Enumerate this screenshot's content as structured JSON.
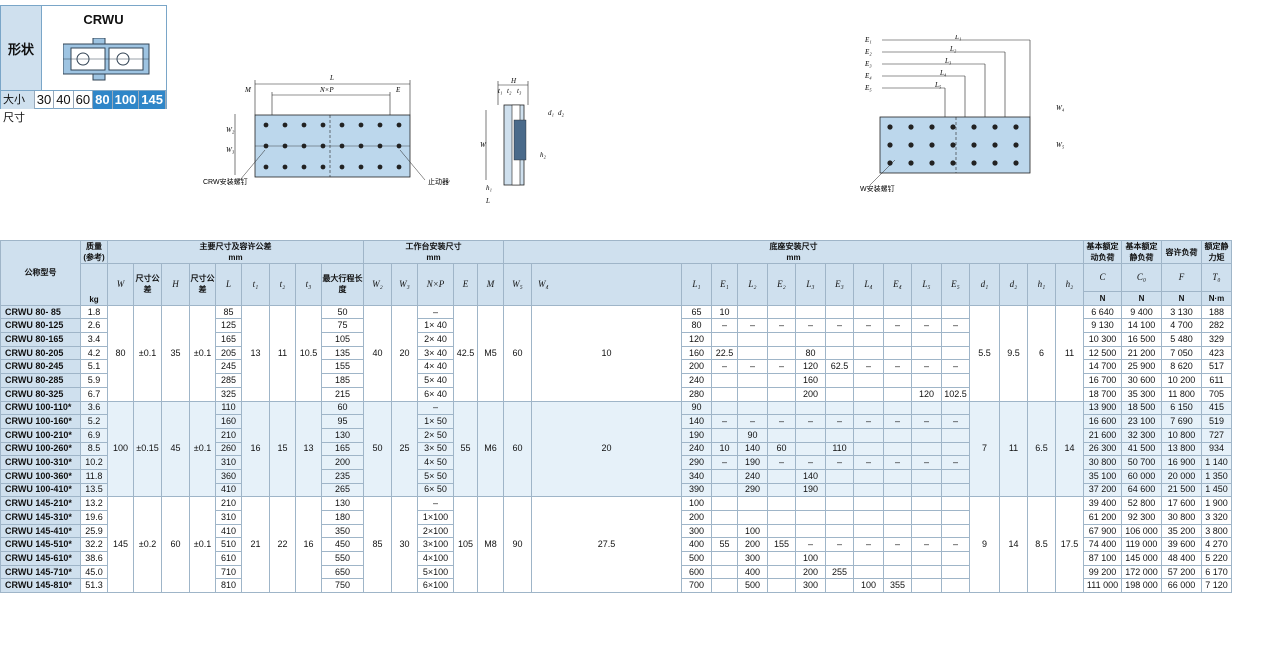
{
  "shape": {
    "label": "形状",
    "title": "CRWU",
    "size_label": "大小尺寸",
    "sizes": [
      "30",
      "40",
      "60",
      "80",
      "100",
      "145"
    ]
  },
  "drawing1": {
    "L": "L",
    "M": "M",
    "NxP": "N×P",
    "E": "E",
    "W2": "W₂",
    "W3": "W₃",
    "screw": "CRW安装螺钉",
    "stop": "止动器位置"
  },
  "drawing2": {
    "H": "H",
    "t1": "t₁",
    "t2": "t₂",
    "t3": "t₃",
    "d1": "d₁",
    "d2": "d₂",
    "h1": "h₁",
    "h2": "h₂",
    "W": "W",
    "L": "L"
  },
  "drawing3": {
    "E1": "E₁",
    "E2": "E₂",
    "E3": "E₃",
    "E4": "E₄",
    "E5": "E₅",
    "L1": "L₁",
    "L2": "L₂",
    "L3": "L₃",
    "L4": "L₄",
    "L5": "L₅",
    "W4": "W₄",
    "W5": "W₅",
    "screw": "CRW安装螺钉"
  },
  "headers": {
    "model": "公称型号",
    "mass": "质量",
    "mass_sub": "(参考)",
    "kg": "kg",
    "main": "主要尺寸及容许公差",
    "mm": "mm",
    "W": "W",
    "tol": "尺寸公差",
    "H": "H",
    "L": "L",
    "t1": "t₁",
    "t2": "t₂",
    "t3": "t₃",
    "stroke": "最大行程长度",
    "table_mount": "工作台安装尺寸",
    "W2": "W₂",
    "W3": "W₃",
    "NxP": "N×P",
    "E": "E",
    "M": "M",
    "base_mount": "底座安装尺寸",
    "W5": "W₅",
    "W4": "W₄",
    "L1": "L₁",
    "E1": "E₁",
    "L2": "L₂",
    "E2": "E₂",
    "L3": "L₃",
    "E3": "E₃",
    "L4": "L₄",
    "E4": "E₄",
    "L5": "L₅",
    "E5": "E₅",
    "d1": "d₁",
    "d2": "d₂",
    "h1": "h₁",
    "h2": "h₂",
    "C": "C",
    "C_title": "基本额定动负荷",
    "C0": "C₀",
    "C0_title": "基本额定静负荷",
    "F": "F",
    "F_title": "容许负荷",
    "T0": "T₀",
    "T0_title": "额定静力矩",
    "N": "N",
    "Nm": "N·m"
  },
  "groups": [
    {
      "W": "80",
      "Wtol": "±0.1",
      "H": "35",
      "Htol": "±0.1",
      "t1": "13",
      "t2": "11",
      "t3": "10.5",
      "W2": "40",
      "W3": "20",
      "E": "42.5",
      "M": "M5",
      "W5": "60",
      "W4": "10",
      "E1_merge": "22.5",
      "E3_merge": "62.5",
      "d1": "5.5",
      "d2": "9.5",
      "h1": "6",
      "h2": "11",
      "dash": "–",
      "rows": [
        {
          "model": "CRWU  80-  85",
          "kg": "1.8",
          "L": "85",
          "stroke": "50",
          "NxP": "–",
          "L1": "65",
          "E1": "10",
          "C": "6 640",
          "C0": "9 400",
          "F": "3 130",
          "T0": "188"
        },
        {
          "model": "CRWU  80-125",
          "kg": "2.6",
          "L": "125",
          "stroke": "75",
          "NxP": "1×  40",
          "L1": "80",
          "C": "9 130",
          "C0": "14 100",
          "F": "4 700",
          "T0": "282"
        },
        {
          "model": "CRWU  80-165",
          "kg": "3.4",
          "L": "165",
          "stroke": "105",
          "NxP": "2×  40",
          "L1": "120",
          "C": "10 300",
          "C0": "16 500",
          "F": "5 480",
          "T0": "329"
        },
        {
          "model": "CRWU  80-205",
          "kg": "4.2",
          "L": "205",
          "stroke": "135",
          "NxP": "3×  40",
          "L1": "160",
          "L3": "80",
          "C": "12 500",
          "C0": "21 200",
          "F": "7 050",
          "T0": "423"
        },
        {
          "model": "CRWU  80-245",
          "kg": "5.1",
          "L": "245",
          "stroke": "155",
          "NxP": "4×  40",
          "L1": "200",
          "L3": "120",
          "C": "14 700",
          "C0": "25 900",
          "F": "8 620",
          "T0": "517"
        },
        {
          "model": "CRWU  80-285",
          "kg": "5.9",
          "L": "285",
          "stroke": "185",
          "NxP": "5×  40",
          "L1": "240",
          "L3": "160",
          "C": "16 700",
          "C0": "30 600",
          "F": "10 200",
          "T0": "611"
        },
        {
          "model": "CRWU  80-325",
          "kg": "6.7",
          "L": "325",
          "stroke": "215",
          "NxP": "6×  40",
          "L1": "280",
          "L3": "200",
          "L5": "120",
          "E5": "102.5",
          "C": "18 700",
          "C0": "35 300",
          "F": "11 800",
          "T0": "705"
        }
      ]
    },
    {
      "W": "100",
      "Wtol": "±0.15",
      "H": "45",
      "Htol": "±0.1",
      "t1": "16",
      "t2": "15",
      "t3": "13",
      "W2": "50",
      "W3": "25",
      "E": "55",
      "M": "M6",
      "W5": "60",
      "W4": "20",
      "E1": "10",
      "E2": "60",
      "E3": "110",
      "d1": "7",
      "d2": "11",
      "h1": "6.5",
      "h2": "14",
      "dash": "–",
      "rows": [
        {
          "model": "CRWU 100-110*",
          "kg": "3.6",
          "L": "110",
          "stroke": "60",
          "NxP": "–",
          "L1": "90",
          "C": "13 900",
          "C0": "18 500",
          "F": "6 150",
          "T0": "415"
        },
        {
          "model": "CRWU 100-160*",
          "kg": "5.2",
          "L": "160",
          "stroke": "95",
          "NxP": "1×  50",
          "L1": "140",
          "C": "16 600",
          "C0": "23 100",
          "F": "7 690",
          "T0": "519"
        },
        {
          "model": "CRWU 100-210*",
          "kg": "6.9",
          "L": "210",
          "stroke": "130",
          "NxP": "2×  50",
          "L1": "190",
          "L2": "90",
          "C": "21 600",
          "C0": "32 300",
          "F": "10 800",
          "T0": "727"
        },
        {
          "model": "CRWU 100-260*",
          "kg": "8.5",
          "L": "260",
          "stroke": "165",
          "NxP": "3×  50",
          "L1": "240",
          "L2": "140",
          "C": "26 300",
          "C0": "41 500",
          "F": "13 800",
          "T0": "934"
        },
        {
          "model": "CRWU 100-310*",
          "kg": "10.2",
          "L": "310",
          "stroke": "200",
          "NxP": "4×  50",
          "L1": "290",
          "L2": "190",
          "C": "30 800",
          "C0": "50 700",
          "F": "16 900",
          "T0": "1 140"
        },
        {
          "model": "CRWU 100-360*",
          "kg": "11.8",
          "L": "360",
          "stroke": "235",
          "NxP": "5×  50",
          "L1": "340",
          "L2": "240",
          "L3": "140",
          "C": "35 100",
          "C0": "60 000",
          "F": "20 000",
          "T0": "1 350"
        },
        {
          "model": "CRWU 100-410*",
          "kg": "13.5",
          "L": "410",
          "stroke": "265",
          "NxP": "6×  50",
          "L1": "390",
          "L2": "290",
          "L3": "190",
          "C": "37 200",
          "C0": "64 600",
          "F": "21 500",
          "T0": "1 450"
        }
      ]
    },
    {
      "W": "145",
      "Wtol": "±0.2",
      "H": "60",
      "Htol": "±0.1",
      "t1": "21",
      "t2": "22",
      "t3": "16",
      "W2": "85",
      "W3": "30",
      "E": "105",
      "M": "M8",
      "W5": "90",
      "W4": "27.5",
      "E1": "55",
      "E2": "155",
      "d1": "9",
      "d2": "14",
      "h1": "8.5",
      "h2": "17.5",
      "dash": "–",
      "rows": [
        {
          "model": "CRWU 145-210*",
          "kg": "13.2",
          "L": "210",
          "stroke": "130",
          "NxP": "–",
          "L1": "100",
          "C": "39 400",
          "C0": "52 800",
          "F": "17 600",
          "T0": "1 900"
        },
        {
          "model": "CRWU 145-310*",
          "kg": "19.6",
          "L": "310",
          "stroke": "180",
          "NxP": "1×100",
          "L1": "200",
          "C": "61 200",
          "C0": "92 300",
          "F": "30 800",
          "T0": "3 320"
        },
        {
          "model": "CRWU 145-410*",
          "kg": "25.9",
          "L": "410",
          "stroke": "350",
          "NxP": "2×100",
          "L1": "300",
          "L2": "100",
          "C": "67 900",
          "C0": "106 000",
          "F": "35 200",
          "T0": "3 800"
        },
        {
          "model": "CRWU 145-510*",
          "kg": "32.2",
          "L": "510",
          "stroke": "450",
          "NxP": "3×100",
          "L1": "400",
          "L2": "200",
          "C": "74 400",
          "C0": "119 000",
          "F": "39 600",
          "T0": "4 270"
        },
        {
          "model": "CRWU 145-610*",
          "kg": "38.6",
          "L": "610",
          "stroke": "550",
          "NxP": "4×100",
          "L1": "500",
          "L2": "300",
          "L3": "100",
          "C": "87 100",
          "C0": "145 000",
          "F": "48 400",
          "T0": "5 220"
        },
        {
          "model": "CRWU 145-710*",
          "kg": "45.0",
          "L": "710",
          "stroke": "650",
          "NxP": "5×100",
          "L1": "600",
          "L2": "400",
          "L3": "200",
          "E3": "255",
          "C": "99 200",
          "C0": "172 000",
          "F": "57 200",
          "T0": "6 170"
        },
        {
          "model": "CRWU 145-810*",
          "kg": "51.3",
          "L": "810",
          "stroke": "750",
          "NxP": "6×100",
          "L1": "700",
          "L2": "500",
          "L3": "300",
          "L4": "100",
          "E4": "355",
          "C": "111 000",
          "C0": "198 000",
          "F": "66 000",
          "T0": "7 120"
        }
      ]
    }
  ]
}
